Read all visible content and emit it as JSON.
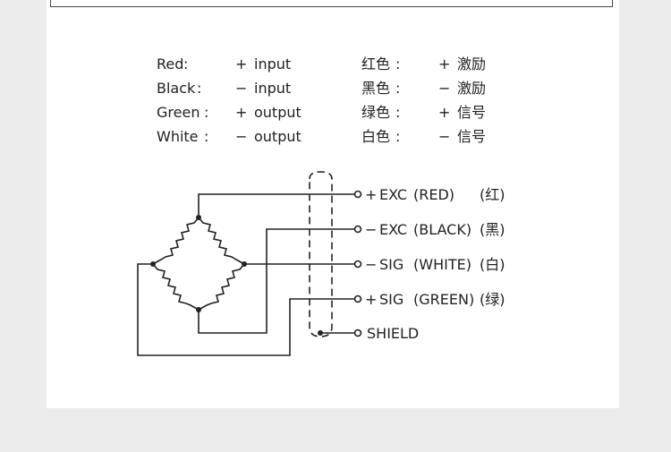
{
  "legend": {
    "en": [
      {
        "color": "Red",
        "sep": ":",
        "polarity": "+",
        "function": "input"
      },
      {
        "color": "Black",
        "sep": ":",
        "polarity": "−",
        "function": "input"
      },
      {
        "color": "Green",
        "sep": ":",
        "polarity": "+",
        "function": "output"
      },
      {
        "color": "White",
        "sep": ":",
        "polarity": "−",
        "function": "output"
      }
    ],
    "zh": [
      {
        "color": "红色",
        "sep": ":",
        "polarity": "+",
        "function": "激励"
      },
      {
        "color": "黑色",
        "sep": ":",
        "polarity": "−",
        "function": "激励"
      },
      {
        "color": "绿色",
        "sep": ":",
        "polarity": "+",
        "function": "信号"
      },
      {
        "color": "白色",
        "sep": ":",
        "polarity": "−",
        "function": "信号"
      }
    ]
  },
  "terminals": [
    {
      "sign": "+",
      "name": "EXC",
      "wire": "(RED)",
      "zh": "(红)"
    },
    {
      "sign": "−",
      "name": "EXC",
      "wire": "(BLACK)",
      "zh": "(黑)"
    },
    {
      "sign": "−",
      "name": "SIG",
      "wire": "(WHITE)",
      "zh": "(白)"
    },
    {
      "sign": "+",
      "name": "SIG",
      "wire": "(GREEN)",
      "zh": "(绿)"
    },
    {
      "sign": "",
      "name": "SHIELD",
      "wire": "",
      "zh": ""
    }
  ]
}
